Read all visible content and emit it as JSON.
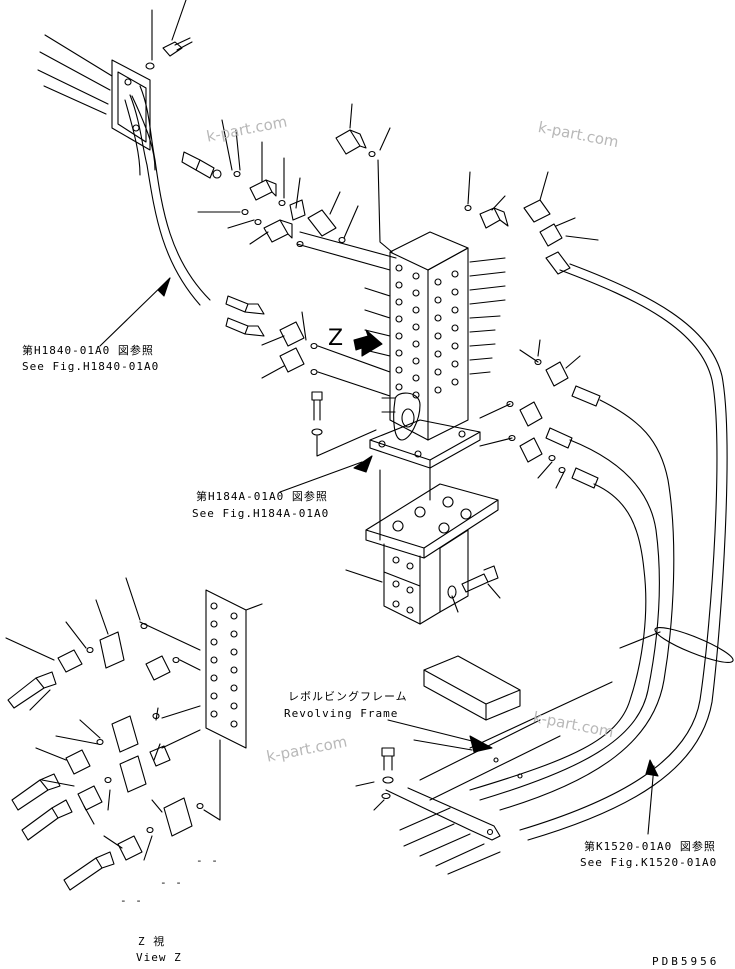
{
  "watermark": "k-part.com",
  "zoom_marker": "Z",
  "refs": [
    {
      "id": "h1840",
      "jp": "第H1840-01A0 図参照",
      "en": "See Fig.H1840-01A0"
    },
    {
      "id": "h184a",
      "jp": "第H184A-01A0 図参照",
      "en": "See Fig.H184A-01A0"
    },
    {
      "id": "k1520",
      "jp": "第K1520-01A0 図参照",
      "en": "See Fig.K1520-01A0"
    }
  ],
  "revolving_frame": {
    "jp": "レボルビングフレーム",
    "en": "Revolving Frame"
  },
  "view_label": {
    "jp": "Z  視",
    "en": "View Z"
  },
  "part_code": "PDB5956",
  "dashes": [
    "-  -",
    "-  -",
    "-  -"
  ]
}
